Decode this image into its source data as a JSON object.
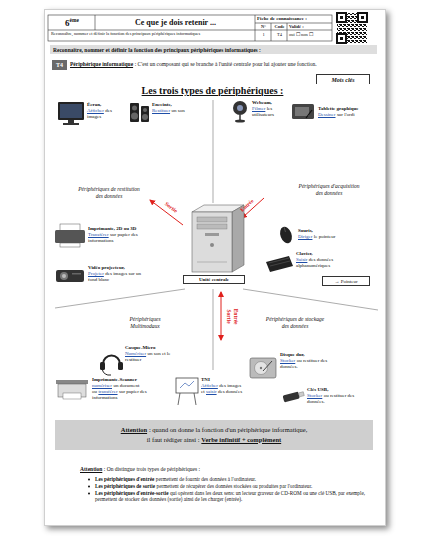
{
  "diagram": {
    "title": "Les trois types de périphériques :",
    "nodes": [
      {
        "text": [
          "Reconnaître, nommer et définir la fonction des principaux périphériques informatiques :"
        ]
      },
      {
        "text": [
          "T4"
        ]
      },
      {
        "text": [
          "Mots clés"
        ]
      },
      {
        "text": [
          "Unité centrale"
        ]
      },
      {
        "text": [
          "→ Pointeur"
        ]
      },
      {
        "text": [
          "Attention",
          ": quand on donne la fonction d'un périphérique informatique,",
          "il faut rédiger ainsi :",
          "Verbe infinitif + complément"
        ]
      }
    ],
    "labels": [
      "6",
      "ème",
      "Ce que je dois retenir ...",
      "Fiche de connaissance :",
      "N°",
      "Code",
      "Validé :",
      "1",
      "T4",
      "oui ☐ non ☐",
      "Reconnaître, nommer et définir la fonction des principaux périphériques informatiques",
      "Périphérique informatique",
      ": C'est un composant qui se branche à l'unité centrale pour lui ajouter une fonction.",
      "Écran,",
      "Afficher",
      "des images",
      "Enceinte,",
      "Restituer",
      "un son",
      "Webcam,",
      "Filmer",
      "les utilisateurs",
      "Tablette graphique",
      "Dessiner",
      "sur l'ordi",
      "Périphériques de restitution des données",
      "Sortie",
      "Périphériques d'acquisition des données",
      "Entrée",
      "Imprimante, 2D ou 3D",
      "Transférer",
      "sur papier des informations",
      "Souris,",
      "Diriger",
      "le pointeur",
      "Clavier,",
      "Saisir",
      "des données alphanumériques",
      "Vidéo projecteur,",
      "Projeter",
      "des images sur un fond blanc",
      "Périphériques Multimodaux",
      "Entrée",
      "Sortie",
      "Périphériques de stockage des données",
      "Casque-Micro",
      "Numériser",
      "un son et le restituer",
      "Disque dur,",
      "Stocker",
      "ou restituer des données.",
      "Clés USB,",
      "Stocker",
      "ou restituer des données.",
      "Imprimante-Scanner",
      "numériser",
      "un document ou",
      "transférer",
      "sur papier des informations",
      "TNI",
      "Afficher",
      "des images et",
      "saisir",
      "des données",
      "Attention",
      ": On distingue trois types de périphériques :",
      "Les périphériques d'entrée",
      "permettent de fournir des données à l'ordinateur.",
      "Les périphériques de sortie",
      "permettent de récupérer des données stockées ou produites par l'ordinateur.",
      "Les périphériques d'entrée-sortie",
      "qui opèrent dans les deux sens: un lecteur graveur de CD-ROM ou une clé USB, par exemple, permettent de stocker des données (sortie) ainsi de les charger (entrée)."
    ]
  }
}
